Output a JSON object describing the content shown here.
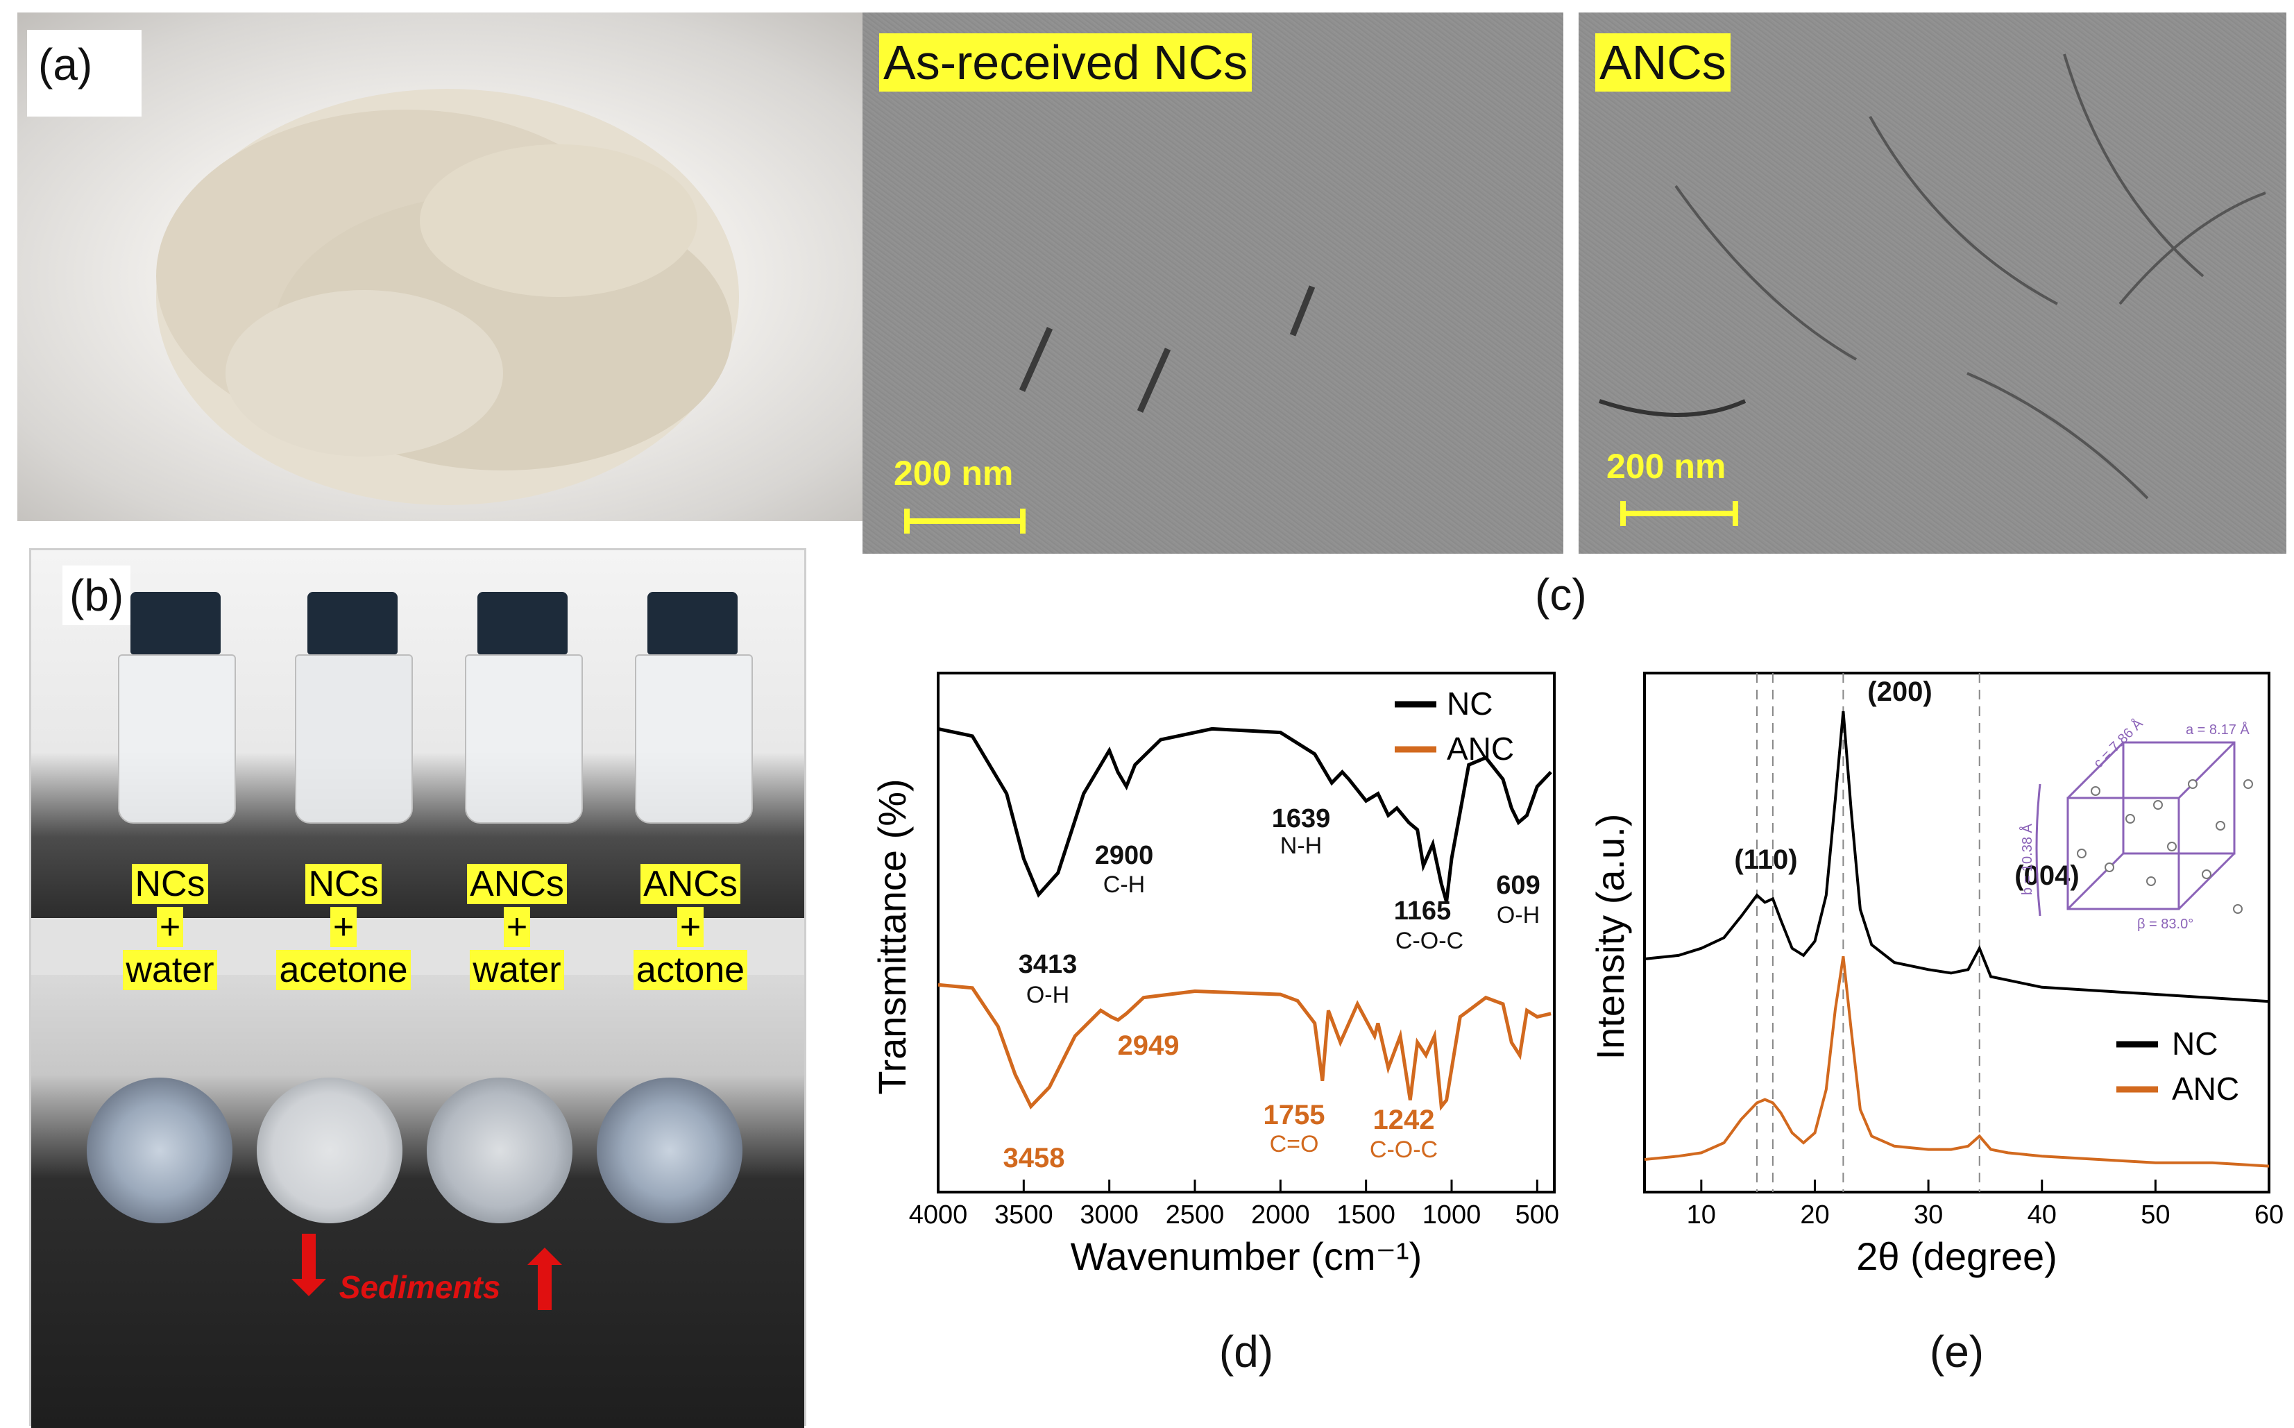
{
  "panels": {
    "a": {
      "letter": "(a)"
    },
    "b": {
      "letter": "(b)",
      "vials": [
        {
          "line1": "NCs",
          "line2": "+",
          "line3": "water"
        },
        {
          "line1": "NCs",
          "line2": "+",
          "line3": "acetone"
        },
        {
          "line1": "ANCs",
          "line2": "+",
          "line3": "water"
        },
        {
          "line1": "ANCs",
          "line2": "+",
          "line3": "actone"
        }
      ],
      "sediments_label": "Sediments"
    },
    "c": {
      "letter": "(c)",
      "left_title": "As-received NCs",
      "right_title": "ANCs",
      "scale_label": "200 nm"
    },
    "d": {
      "letter": "(d)",
      "ylabel": "Transmittance (%)",
      "xlabel": "Wavenumber (cm⁻¹)",
      "legend": [
        "NC",
        "ANC"
      ],
      "nc_annotations": [
        {
          "num": "3413",
          "bond": "O-H"
        },
        {
          "num": "2900",
          "bond": "C-H"
        },
        {
          "num": "1639",
          "bond": "N-H"
        },
        {
          "num": "1165",
          "bond": "C-O-C"
        },
        {
          "num": "609",
          "bond": "O-H"
        }
      ],
      "anc_annotations": [
        {
          "num": "3458",
          "bond": ""
        },
        {
          "num": "2949",
          "bond": ""
        },
        {
          "num": "1755",
          "bond": "C=O"
        },
        {
          "num": "1242",
          "bond": "C-O-C"
        }
      ]
    },
    "e": {
      "letter": "(e)",
      "ylabel": "Intensity (a.u.)",
      "xlabel": "2θ (degree)",
      "legend": [
        "NC",
        "ANC"
      ],
      "peaks": [
        "(110)",
        "(200)",
        "(004)"
      ],
      "lattice": {
        "a": "a = 8.17 Å",
        "b": "b = 10.38 Å",
        "c": "c = 7.86 Å",
        "beta": "β = 83.0°"
      }
    }
  },
  "colors": {
    "nc": "#000000",
    "anc": "#d2691e",
    "highlight": "#ffff33",
    "sediments": "#e01010"
  },
  "chart_data": [
    {
      "type": "line",
      "title": "",
      "xlabel": "Wavenumber (cm⁻¹)",
      "ylabel": "Transmittance (%)",
      "xlim": [
        4000,
        400
      ],
      "xticks": [
        4000,
        3500,
        3000,
        2500,
        2000,
        1500,
        1000,
        500
      ],
      "series": [
        {
          "name": "NC",
          "x": [
            4000,
            3800,
            3600,
            3500,
            3413,
            3300,
            3150,
            3000,
            2950,
            2900,
            2850,
            2700,
            2400,
            2000,
            1800,
            1700,
            1639,
            1600,
            1500,
            1430,
            1370,
            1320,
            1250,
            1200,
            1165,
            1110,
            1060,
            1030,
            1000,
            900,
            800,
            700,
            650,
            609,
            560,
            500,
            420
          ],
          "y": [
            98,
            96,
            80,
            62,
            52,
            58,
            80,
            92,
            86,
            82,
            88,
            95,
            98,
            97,
            91,
            83,
            86,
            84,
            78,
            80,
            74,
            76,
            72,
            70,
            60,
            66,
            55,
            50,
            62,
            88,
            90,
            84,
            76,
            72,
            74,
            82,
            86
          ]
        },
        {
          "name": "ANC",
          "x": [
            4000,
            3800,
            3650,
            3550,
            3458,
            3350,
            3200,
            3050,
            2990,
            2949,
            2900,
            2800,
            2500,
            2000,
            1900,
            1800,
            1755,
            1720,
            1650,
            1550,
            1450,
            1430,
            1370,
            1300,
            1242,
            1200,
            1150,
            1100,
            1060,
            1030,
            950,
            900,
            800,
            700,
            650,
            602,
            560,
            500,
            420
          ],
          "y": [
            98,
            97,
            85,
            70,
            60,
            66,
            82,
            90,
            88,
            87,
            89,
            94,
            96,
            95,
            93,
            86,
            68,
            90,
            80,
            92,
            82,
            86,
            72,
            82,
            62,
            80,
            76,
            82,
            60,
            62,
            88,
            90,
            94,
            92,
            80,
            76,
            90,
            88,
            89
          ]
        }
      ],
      "annotations": [
        "3413 O-H",
        "2900 C-H",
        "1639 N-H",
        "1165 C-O-C",
        "609 O-H",
        "3458",
        "2949",
        "1755 C=O",
        "1242 C-O-C"
      ]
    },
    {
      "type": "line",
      "title": "",
      "xlabel": "2θ (degree)",
      "ylabel": "Intensity (a.u.)",
      "xlim": [
        5,
        60
      ],
      "xticks": [
        10,
        20,
        30,
        40,
        50,
        60
      ],
      "reference_lines": [
        14.9,
        16.3,
        22.5,
        34.5
      ],
      "series": [
        {
          "name": "NC",
          "x": [
            5,
            8,
            10,
            12,
            13.5,
            14.9,
            15.6,
            16.3,
            17,
            18,
            19,
            20,
            21,
            21.8,
            22.5,
            23.2,
            24,
            25,
            27,
            30,
            32,
            33.5,
            34.5,
            35.5,
            37,
            40,
            45,
            50,
            55,
            60
          ],
          "y": [
            30,
            31,
            33,
            36,
            42,
            48,
            46,
            47,
            41,
            33,
            31,
            35,
            48,
            75,
            100,
            72,
            44,
            34,
            29,
            27,
            26,
            27,
            33,
            25,
            24,
            22,
            21,
            20,
            19,
            18
          ]
        },
        {
          "name": "ANC",
          "x": [
            5,
            8,
            10,
            12,
            13.5,
            14.9,
            15.6,
            16.3,
            17,
            18,
            19,
            20,
            21,
            21.8,
            22.5,
            23.2,
            24,
            25,
            27,
            30,
            32,
            33.5,
            34.5,
            35.5,
            37,
            40,
            45,
            50,
            55,
            60
          ],
          "y": [
            5,
            6,
            7,
            10,
            17,
            22,
            23,
            22,
            19,
            13,
            10,
            13,
            26,
            50,
            66,
            44,
            20,
            12,
            9,
            8,
            8,
            9,
            12,
            8,
            7,
            6,
            5,
            4,
            4,
            3
          ]
        }
      ],
      "annotations": [
        "(110)",
        "(200)",
        "(004)"
      ]
    }
  ]
}
